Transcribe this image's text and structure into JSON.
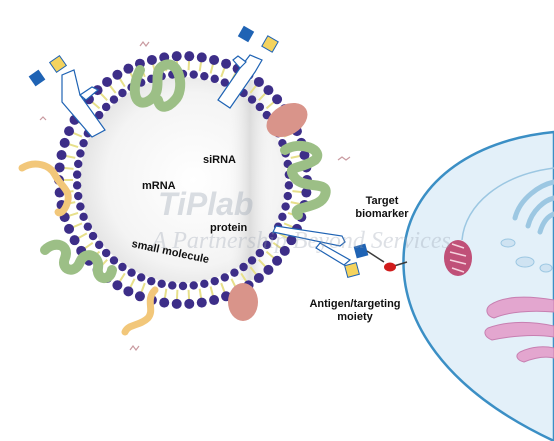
{
  "labels": {
    "sirna": "siRNA",
    "mrna": "mRNA",
    "protein": "protein",
    "small_molecule": "small molecule",
    "target_biomarker": "Target biomarker",
    "antigen_targeting": "Antigen/targeting moiety"
  },
  "watermark": {
    "logo": "TiPlab",
    "tagline": "A Partnership Beyond Services"
  },
  "colors": {
    "lipid_head": "#3d2e88",
    "lipid_tail": "#e7e08a",
    "green_protein": "#9cbf86",
    "pink_protein": "#d9948a",
    "orange_strand": "#f2c77a",
    "antibody": "#ffffff",
    "antigen_blue": "#1f63b4",
    "antigen_yellow": "#f4d35e",
    "cell_membrane": "#3b8fc5",
    "cell_fill": "#e6f2fa",
    "mitochondrion": "#c05078",
    "receptor_red": "#d01c1c"
  }
}
